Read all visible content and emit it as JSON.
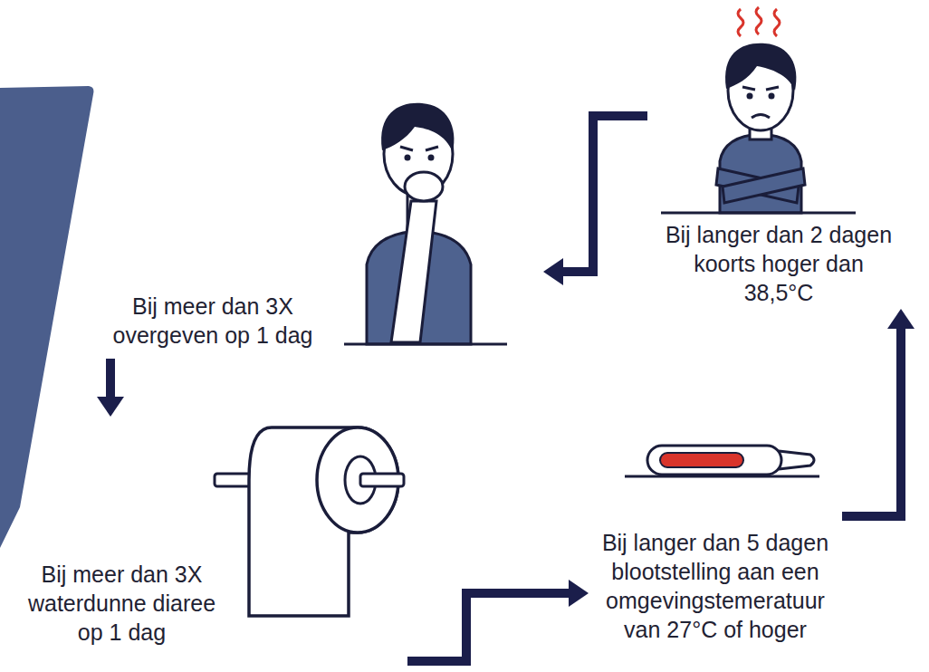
{
  "diagram": {
    "nodes": [
      {
        "text": [
          "Bij langer dan 2 dagen koorts hoger dan 38,5°C"
        ]
      },
      {
        "text": [
          "Bij meer dan 3X overgeven op 1 dag"
        ]
      },
      {
        "text": [
          "Bij meer dan 3X waterdunne diaree op 1 dag"
        ]
      },
      {
        "text": [
          "Bij langer dan 5 dagen blootstelling aan een omgevingstemeratuur van 27°C of hoger"
        ]
      }
    ],
    "edges": [
      {
        "from": 0,
        "to": 1,
        "arrow": "to"
      },
      {
        "from": 1,
        "to": 2,
        "arrow": "to"
      },
      {
        "from": 2,
        "to": 3,
        "arrow": "to"
      },
      {
        "from": 3,
        "to": 0,
        "arrow": "to"
      }
    ]
  }
}
